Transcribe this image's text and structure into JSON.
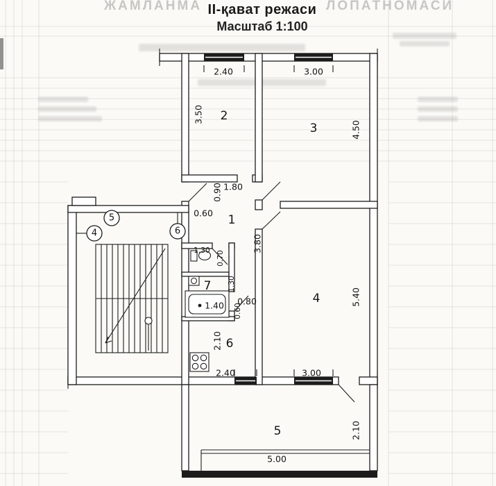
{
  "document": {
    "title": "II-қават режаси",
    "scale": "Масштаб 1:100"
  },
  "watermark": {
    "left": "ЖАМЛАНМА",
    "right": "ЛОПАТНОМАСИ"
  },
  "plan": {
    "rooms": {
      "r1": "1",
      "r2": "2",
      "r3": "3",
      "r4": "4",
      "r5": "5",
      "r6": "6",
      "r7": "7"
    },
    "markers": {
      "m4": "4",
      "m5": "5",
      "m6": "6"
    },
    "dims": {
      "room2_width": "2.40",
      "room3_width": "3.00",
      "room2_height": "3.50",
      "room3_height": "4.50",
      "hall_length": "1.80",
      "hall_door": "0.90",
      "hall_side": "0.60",
      "central_height": "3.80",
      "wc_width": "1.30",
      "wc_height": "0.70",
      "bath_height": "1.30",
      "bath_side": "0.80",
      "bath_length": "1.40",
      "bath_small": "0.60",
      "room6_height": "2.10",
      "room6_width": "2.40",
      "room4_width": "3.00",
      "room4_height": "5.40",
      "room5_height": "2.10",
      "room5_width": "5.00"
    }
  }
}
